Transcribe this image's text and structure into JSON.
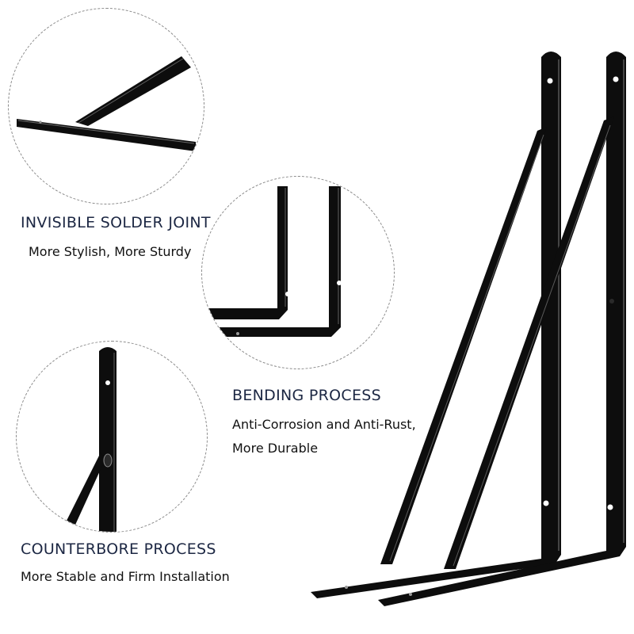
{
  "features": [
    {
      "title": "INVISIBLE SOLDER JOINT",
      "subtitle": "More Stylish, More Sturdy"
    },
    {
      "title": "BENDING PROCESS",
      "subtitle_line1": "Anti-Corrosion and Anti-Rust,",
      "subtitle_line2": "More Durable"
    },
    {
      "title": "COUNTERBORE PROCESS",
      "subtitle": "More Stable and Firm Installation"
    }
  ],
  "colors": {
    "heading": "#1c2743",
    "text": "#111111",
    "metal": "#0d0d0d",
    "highlight": "#6a6a6a",
    "dash": "#8a8a8a"
  }
}
